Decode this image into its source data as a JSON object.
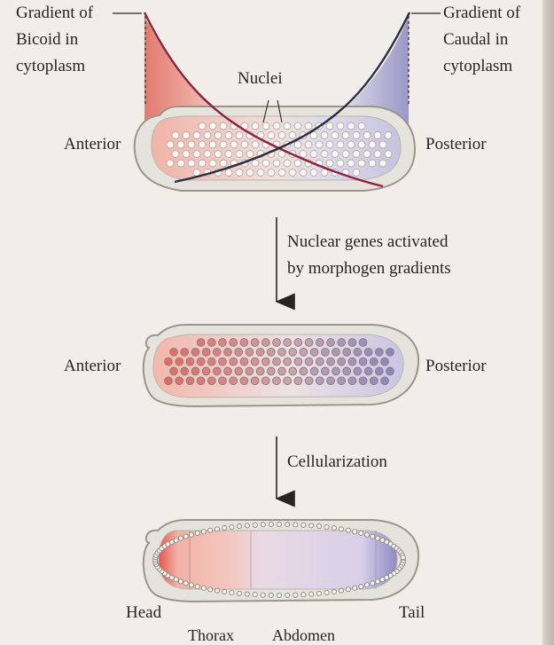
{
  "stage1": {
    "bicoid_label": [
      "Gradient of",
      "Bicoid in",
      "cytoplasm"
    ],
    "caudal_label": [
      "Gradient of",
      "Caudal in",
      "cytoplasm"
    ],
    "nuclei_label": "Nuclei",
    "anterior_label": "Anterior",
    "posterior_label": "Posterior"
  },
  "arrow1": {
    "caption": [
      "Nuclear genes activated",
      "by morphogen gradients"
    ]
  },
  "stage2": {
    "anterior_label": "Anterior",
    "posterior_label": "Posterior"
  },
  "arrow2": {
    "caption": "Cellularization"
  },
  "stage3": {
    "head_label": "Head",
    "thorax_label": "Thorax",
    "abdomen_label": "Abdomen",
    "tail_label": "Tail"
  },
  "colors": {
    "bicoid": "#8c2440",
    "caudal": "#2a2d44",
    "anterior_fill": "#e36a64",
    "posterior_fill": "#8a86bf",
    "embryo_outline": "#9a968f",
    "embryo_fill": "#e4e2dc"
  }
}
